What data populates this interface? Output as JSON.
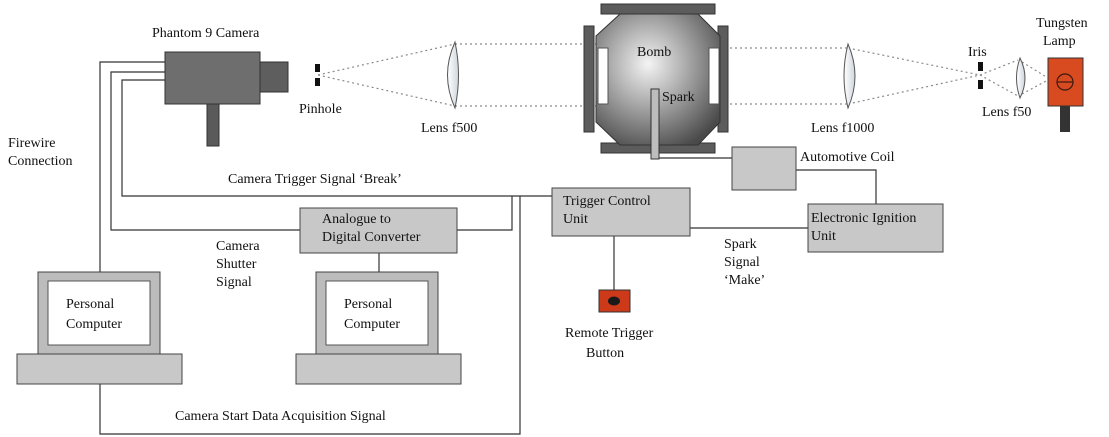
{
  "camera": {
    "label": "Phantom 9 Camera"
  },
  "optics": {
    "pinhole": "Pinhole",
    "lens_f500": "Lens f500",
    "lens_f1000": "Lens f1000",
    "iris": "Iris",
    "lens_f50": "Lens f50",
    "lamp_line1": "Tungsten",
    "lamp_line2": "Lamp"
  },
  "bomb": {
    "label": "Bomb",
    "spark": "Spark"
  },
  "signals": {
    "firewire_line1": "Firewire",
    "firewire_line2": "Connection",
    "break": "Camera Trigger Signal ‘Break’",
    "shutter_line1": "Camera",
    "shutter_line2": "Shutter",
    "shutter_line3": "Signal",
    "spark_line1": "Spark",
    "spark_line2": "Signal",
    "spark_line3": "‘Make’",
    "start": "Camera Start Data Acquisition Signal"
  },
  "blocks": {
    "adc_line1": "Analogue to",
    "adc_line2": "Digital Converter",
    "trigger_line1": "Trigger Control",
    "trigger_line2": "Unit",
    "coil": "Automotive Coil",
    "ignition_line1": "Electronic Ignition",
    "ignition_line2": "Unit",
    "pc_left_line1": "Personal",
    "pc_left_line2": "Computer",
    "pc_mid_line1": "Personal",
    "pc_mid_line2": "Computer",
    "remote_line1": "Remote Trigger",
    "remote_line2": "Button"
  },
  "colors": {
    "box_fill": "#c8c8c8",
    "camera_fill": "#6e6e6e",
    "lamp_fill": "#d84a1f",
    "button_fill": "#cc3a1a",
    "line": "#333333"
  }
}
